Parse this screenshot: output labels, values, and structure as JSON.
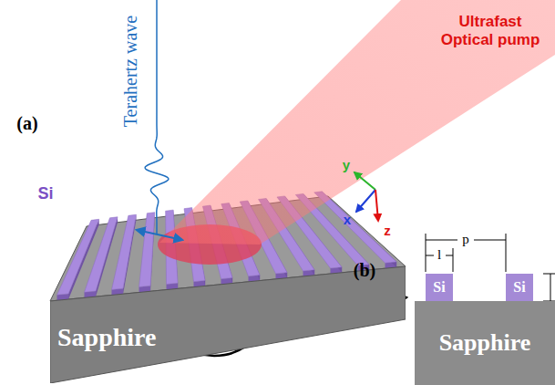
{
  "diagram": {
    "nodes": [
      {
        "text": [
          "Sapphire"
        ]
      },
      {
        "text": [
          "Si"
        ]
      },
      {
        "text": [
          "Si"
        ]
      },
      {
        "text": [
          "Sapphire"
        ]
      }
    ],
    "labels": [
      "Terahertz wave",
      "Ultrafast Optical pump",
      "(a)",
      "Si",
      "y",
      "x",
      "z",
      "(b)",
      "l",
      "p"
    ]
  }
}
